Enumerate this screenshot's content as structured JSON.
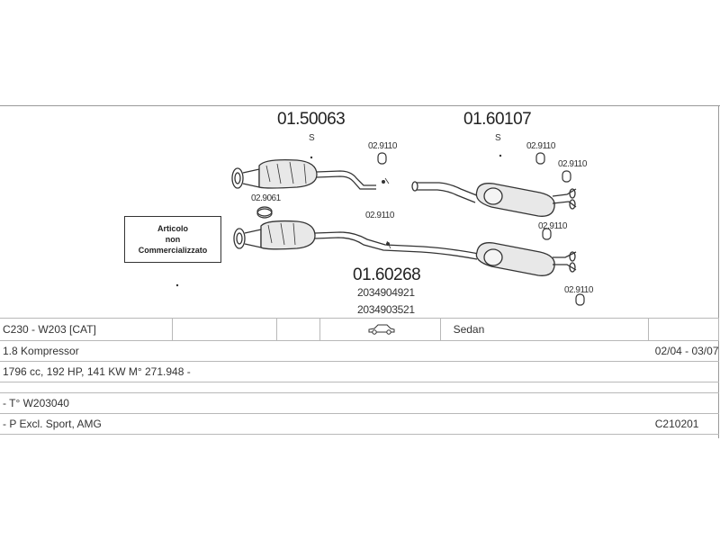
{
  "diagram": {
    "part_numbers": [
      "01.50063",
      "01.60107",
      "01.60268"
    ],
    "part_suffixes": [
      "S",
      "S"
    ],
    "clamp_labels": [
      "02.9110",
      "02.9110",
      "02.9110",
      "02.9110",
      "02.9110",
      "02.9110"
    ],
    "gasket_label": "02.9061",
    "oem_numbers": [
      "2034904921",
      "2034903521"
    ],
    "not_sold_box": [
      "Articolo",
      "non",
      "Commercializzato"
    ]
  },
  "info": {
    "model": "C230 - W203  [CAT]",
    "body_icon": "sedan-car-icon",
    "body_type": "Sedan",
    "engine": "1.8 Kompressor",
    "production": "02/04 - 03/07",
    "specs": "1796 cc, 192 HP, 141 KW M° 271.948 -",
    "type_code": "- T° W203040",
    "exclusion": "- P Excl. Sport, AMG",
    "catalog_code": "C210201"
  }
}
